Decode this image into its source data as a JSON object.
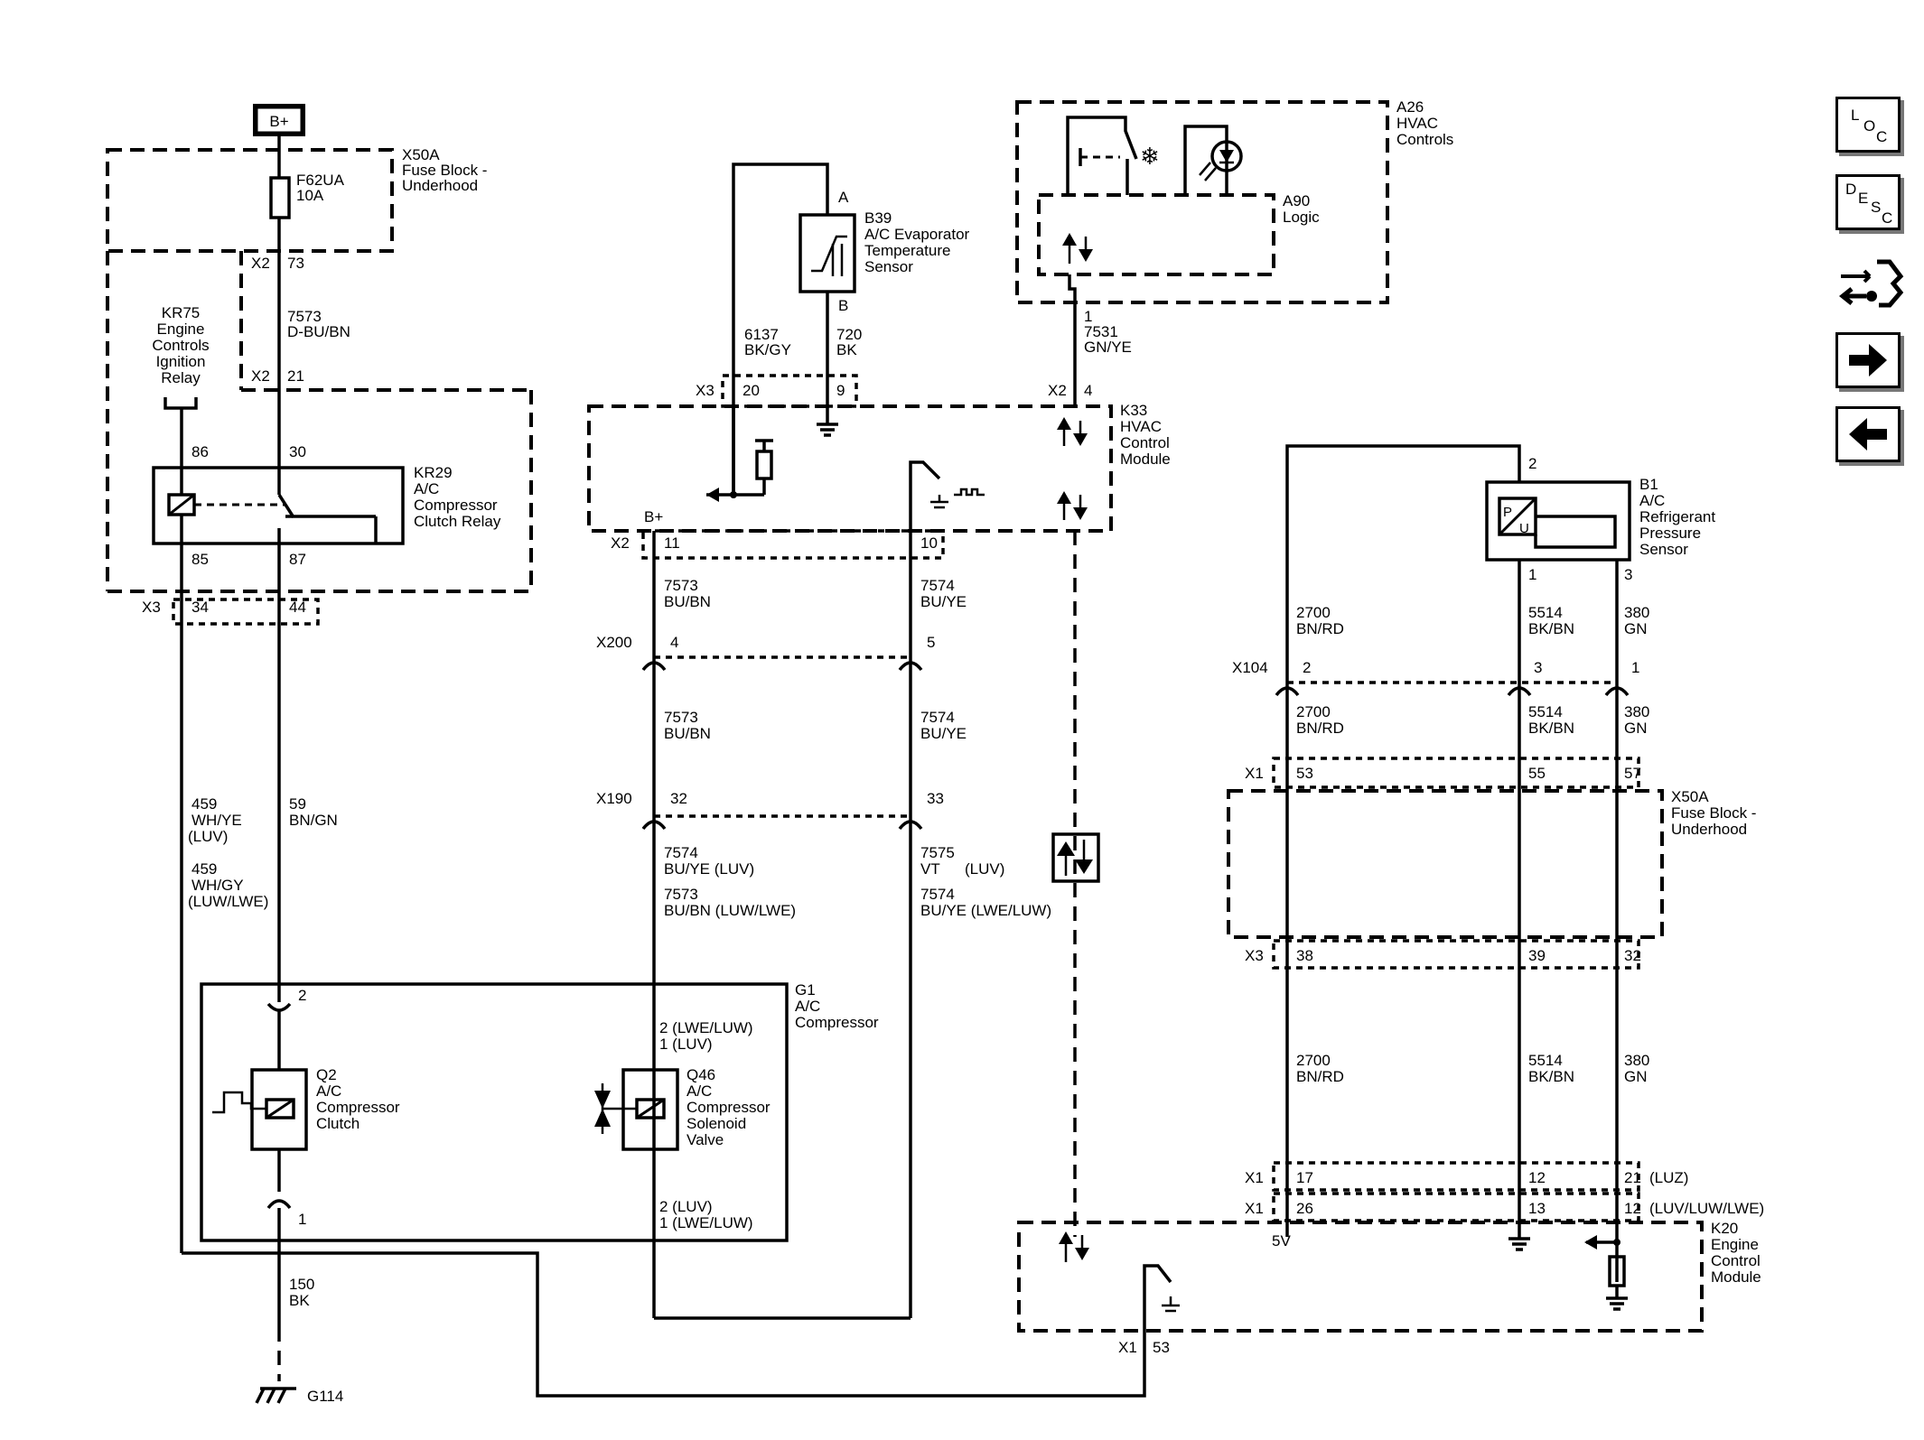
{
  "nav": {
    "loc": [
      "L",
      "O",
      "C"
    ],
    "desc": [
      "D",
      "E",
      "S",
      "C"
    ]
  },
  "battery": "B+",
  "x50a": {
    "id": "X50A",
    "l1": "Fuse Block -",
    "l2": "Underhood"
  },
  "fuse": {
    "id": "F62UA",
    "rating": "10A"
  },
  "kr75": {
    "id": "KR75",
    "l1": "Engine",
    "l2": "Controls",
    "l3": "Ignition",
    "l4": "Relay"
  },
  "kr29": {
    "id": "KR29",
    "l1": "A/C",
    "l2": "Compressor",
    "l3": "Clutch Relay"
  },
  "b39": {
    "id": "B39",
    "l1": "A/C Evaporator",
    "l2": "Temperature",
    "l3": "Sensor",
    "pa": "A",
    "pb": "B"
  },
  "a26": {
    "id": "A26",
    "l1": "HVAC",
    "l2": "Controls"
  },
  "a90": {
    "id": "A90",
    "l1": "Logic"
  },
  "k33": {
    "id": "K33",
    "l1": "HVAC",
    "l2": "Control",
    "l3": "Module",
    "bplus": "B+"
  },
  "b1": {
    "id": "B1",
    "l1": "A/C",
    "l2": "Refrigerant",
    "l3": "Pressure",
    "l4": "Sensor",
    "p": "P",
    "u": "U"
  },
  "g1": {
    "id": "G1",
    "l1": "A/C",
    "l2": "Compressor"
  },
  "q2": {
    "id": "Q2",
    "l1": "A/C",
    "l2": "Compressor",
    "l3": "Clutch"
  },
  "q46": {
    "id": "Q46",
    "l1": "A/C",
    "l2": "Compressor",
    "l3": "Solenoid",
    "l4": "Valve"
  },
  "k20": {
    "id": "K20",
    "l1": "Engine",
    "l2": "Control",
    "l3": "Module",
    "v5": "5V"
  },
  "g114": "G114",
  "conn": {
    "x2": "X2",
    "x3": "X3",
    "x200": "X200",
    "x190": "X190",
    "x104": "X104",
    "x1": "X1",
    "luz": "(LUZ)",
    "luvluwlwe": "(LUV/LUW/LWE)"
  },
  "pins": {
    "p73": "73",
    "p21": "21",
    "p86": "86",
    "p30": "30",
    "p85": "85",
    "p87": "87",
    "p34": "34",
    "p44": "44",
    "p20": "20",
    "p9": "9",
    "p4": "4",
    "p11": "11",
    "p10": "10",
    "p4b": "4",
    "p5": "5",
    "p32": "32",
    "p33": "33",
    "p1a26": "1",
    "p2b1": "2",
    "p1b1": "1",
    "p3b1": "3",
    "p2x104": "2",
    "p3x104": "3",
    "p1x104": "1",
    "p53": "53",
    "p55": "55",
    "p57": "57",
    "p38": "38",
    "p39": "39",
    "p32b": "32",
    "p17": "17",
    "p12a": "12",
    "p21b": "21",
    "p26": "26",
    "p13": "13",
    "p12b": "12",
    "p53b": "53",
    "g1p2": "2",
    "g1p1": "1",
    "q46top1": "2 (LWE/LUW)",
    "q46top2": "1 (LUV)",
    "q46bot1": "2 (LUV)",
    "q46bot2": "1 (LWE/LUW)"
  },
  "wires": {
    "w7573a": "7573",
    "w7573a_c": "D-BU/BN",
    "w6137": "6137",
    "w6137_c": "BK/GY",
    "w720": "720",
    "w720_c": "BK",
    "w7531": "7531",
    "w7531_c": "GN/YE",
    "w7573b": "7573",
    "w7573b_c": "BU/BN",
    "w7574b": "7574",
    "w7574b_c": "BU/YE",
    "w7573c": "7573",
    "w7573c_c": "BU/BN",
    "w7574c": "7574",
    "w7574c_c": "BU/YE",
    "w7574d": "7574",
    "w7574d_c": "BU/YE (LUV)",
    "w7573d": "7573",
    "w7573d_c": "BU/BN (LUW/LWE)",
    "w7575": "7575",
    "w7575_c": "VT",
    "w7575_o": "(LUV)",
    "w7574e": "7574",
    "w7574e_c": "BU/YE (LWE/LUW)",
    "w459a": "459",
    "w459a_c": "WH/YE",
    "w459a_o": "(LUV)",
    "w459b": "459",
    "w459b_c": "WH/GY",
    "w459b_o": "(LUW/LWE)",
    "w59": "59",
    "w59_c": "BN/GN",
    "w150": "150",
    "w150_c": "BK",
    "w2700a": "2700",
    "w2700a_c": "BN/RD",
    "w5514a": "5514",
    "w5514a_c": "BK/BN",
    "w380a": "380",
    "w380a_c": "GN",
    "w2700b": "2700",
    "w2700b_c": "BN/RD",
    "w5514b": "5514",
    "w5514b_c": "BK/BN",
    "w380b": "380",
    "w380b_c": "GN",
    "w2700c": "2700",
    "w2700c_c": "BN/RD",
    "w5514c": "5514",
    "w5514c_c": "BK/BN",
    "w380c": "380",
    "w380c_c": "GN"
  }
}
